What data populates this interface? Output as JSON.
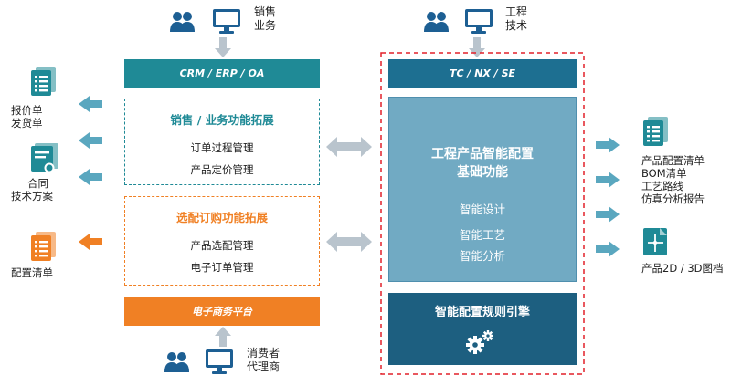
{
  "roles": {
    "sales": [
      "销售",
      "业务"
    ],
    "engineering": [
      "工程",
      "技术"
    ],
    "consumer": [
      "消费者",
      "代理商"
    ]
  },
  "left": {
    "bar_top": "CRM / ERP / OA",
    "sales_box": {
      "title": "销售 / 业务功能拓展",
      "items": [
        "订单过程管理",
        "产品定价管理"
      ]
    },
    "config_box": {
      "title": "选配订购功能拓展",
      "items": [
        "产品选配管理",
        "电子订单管理"
      ]
    },
    "bar_bottom": "电子商务平台"
  },
  "right": {
    "bar_top": "TC / NX / SE",
    "core": {
      "title": [
        "工程产品智能配置",
        "基础功能"
      ],
      "items": [
        "智能设计",
        "智能工艺",
        "智能分析"
      ]
    },
    "engine": "智能配置规则引擎"
  },
  "left_outputs": [
    [
      "报价单",
      "发货单"
    ],
    [
      "合同",
      "技术方案"
    ],
    [
      "配置清单"
    ]
  ],
  "right_outputs": [
    [
      "产品配置清单",
      "BOM清单",
      "工艺路线",
      "仿真分析报告"
    ],
    [
      "产品2D / 3D图档"
    ]
  ],
  "colors": {
    "teal": "#1f8a96",
    "orange": "#f08024",
    "blue": "#71aac3",
    "navy": "#1d5f80",
    "red": "#e2202a",
    "arrow_blue": "#5aa7bf",
    "arrow_gray": "#b9c4cd"
  },
  "icons": [
    "users-icon",
    "monitor-icon",
    "document-icon",
    "certificate-icon",
    "drawing-icon",
    "gears-icon"
  ]
}
